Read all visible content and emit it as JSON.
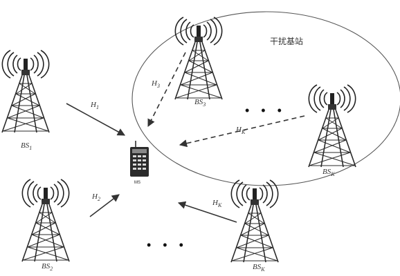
{
  "region": {
    "label": "干扰基站"
  },
  "mobile": {
    "label": "MS"
  },
  "ellipsis": "• • •",
  "towers": [
    {
      "base": "BS",
      "sub": "1"
    },
    {
      "base": "BS",
      "sub": "2"
    },
    {
      "base": "BS",
      "sub": "3"
    },
    {
      "base": "BS",
      "sub": "K"
    },
    {
      "base": "BS",
      "sub": "K"
    }
  ],
  "channels": [
    {
      "base": "H",
      "sub": "1"
    },
    {
      "base": "H",
      "sub": "2"
    },
    {
      "base": "H",
      "sub": "3"
    },
    {
      "base": "H",
      "sub": "K"
    },
    {
      "base": "H",
      "sub": "K"
    }
  ],
  "colors": {
    "ink": "#222222",
    "tower": "#2a2a2a",
    "arrow": "#333333",
    "region": "#555555"
  }
}
